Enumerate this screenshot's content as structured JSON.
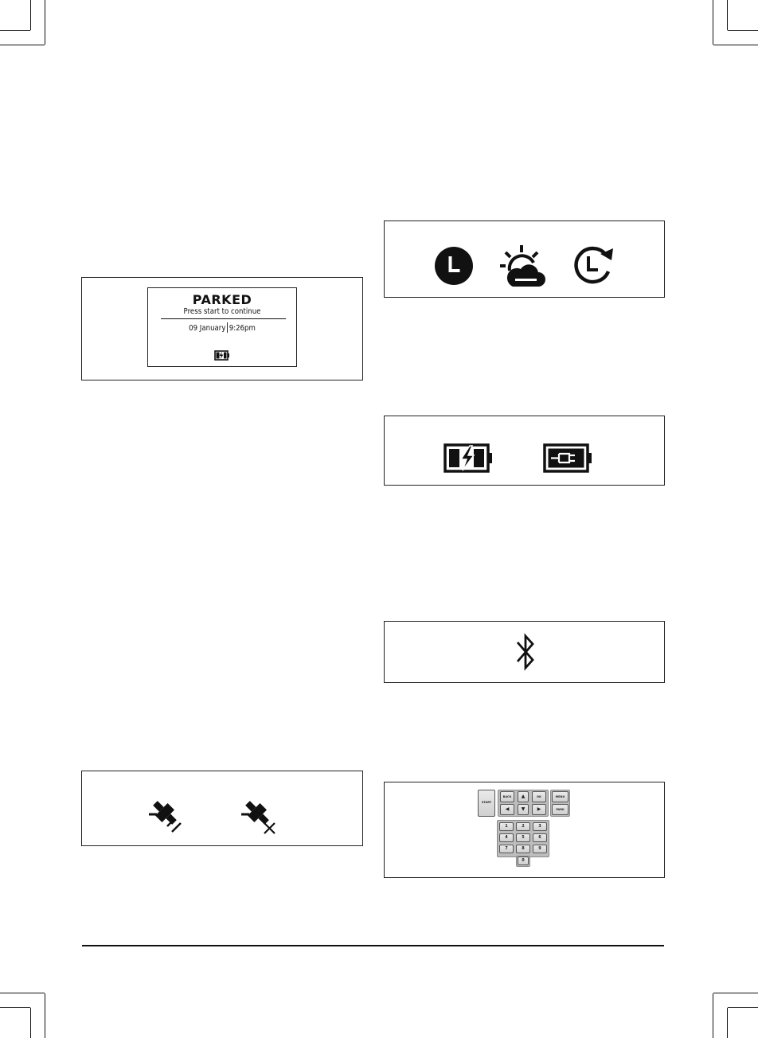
{
  "parked_display": {
    "title": "PARKED",
    "subtitle": "Press start to continue",
    "date": "09 January",
    "time": "9:26pm",
    "status_icon": "battery-charging-icon"
  },
  "schedule_icons": [
    "schedule-clock-icon",
    "weather-timer-icon",
    "schedule-override-icon"
  ],
  "battery_icons": [
    "battery-charging-icon",
    "battery-plug-icon"
  ],
  "bluetooth_icon": "bluetooth-icon",
  "gps_icons": [
    "gps-satellite-signal-icon",
    "gps-satellite-no-signal-icon"
  ],
  "keypad": {
    "start_label": "START",
    "back_label": "BACK",
    "ok_label": "OK",
    "menu_label": "MENU",
    "park_label": "PARK",
    "digits": [
      "1",
      "2",
      "3",
      "4",
      "5",
      "6",
      "7",
      "8",
      "9",
      "0"
    ]
  }
}
